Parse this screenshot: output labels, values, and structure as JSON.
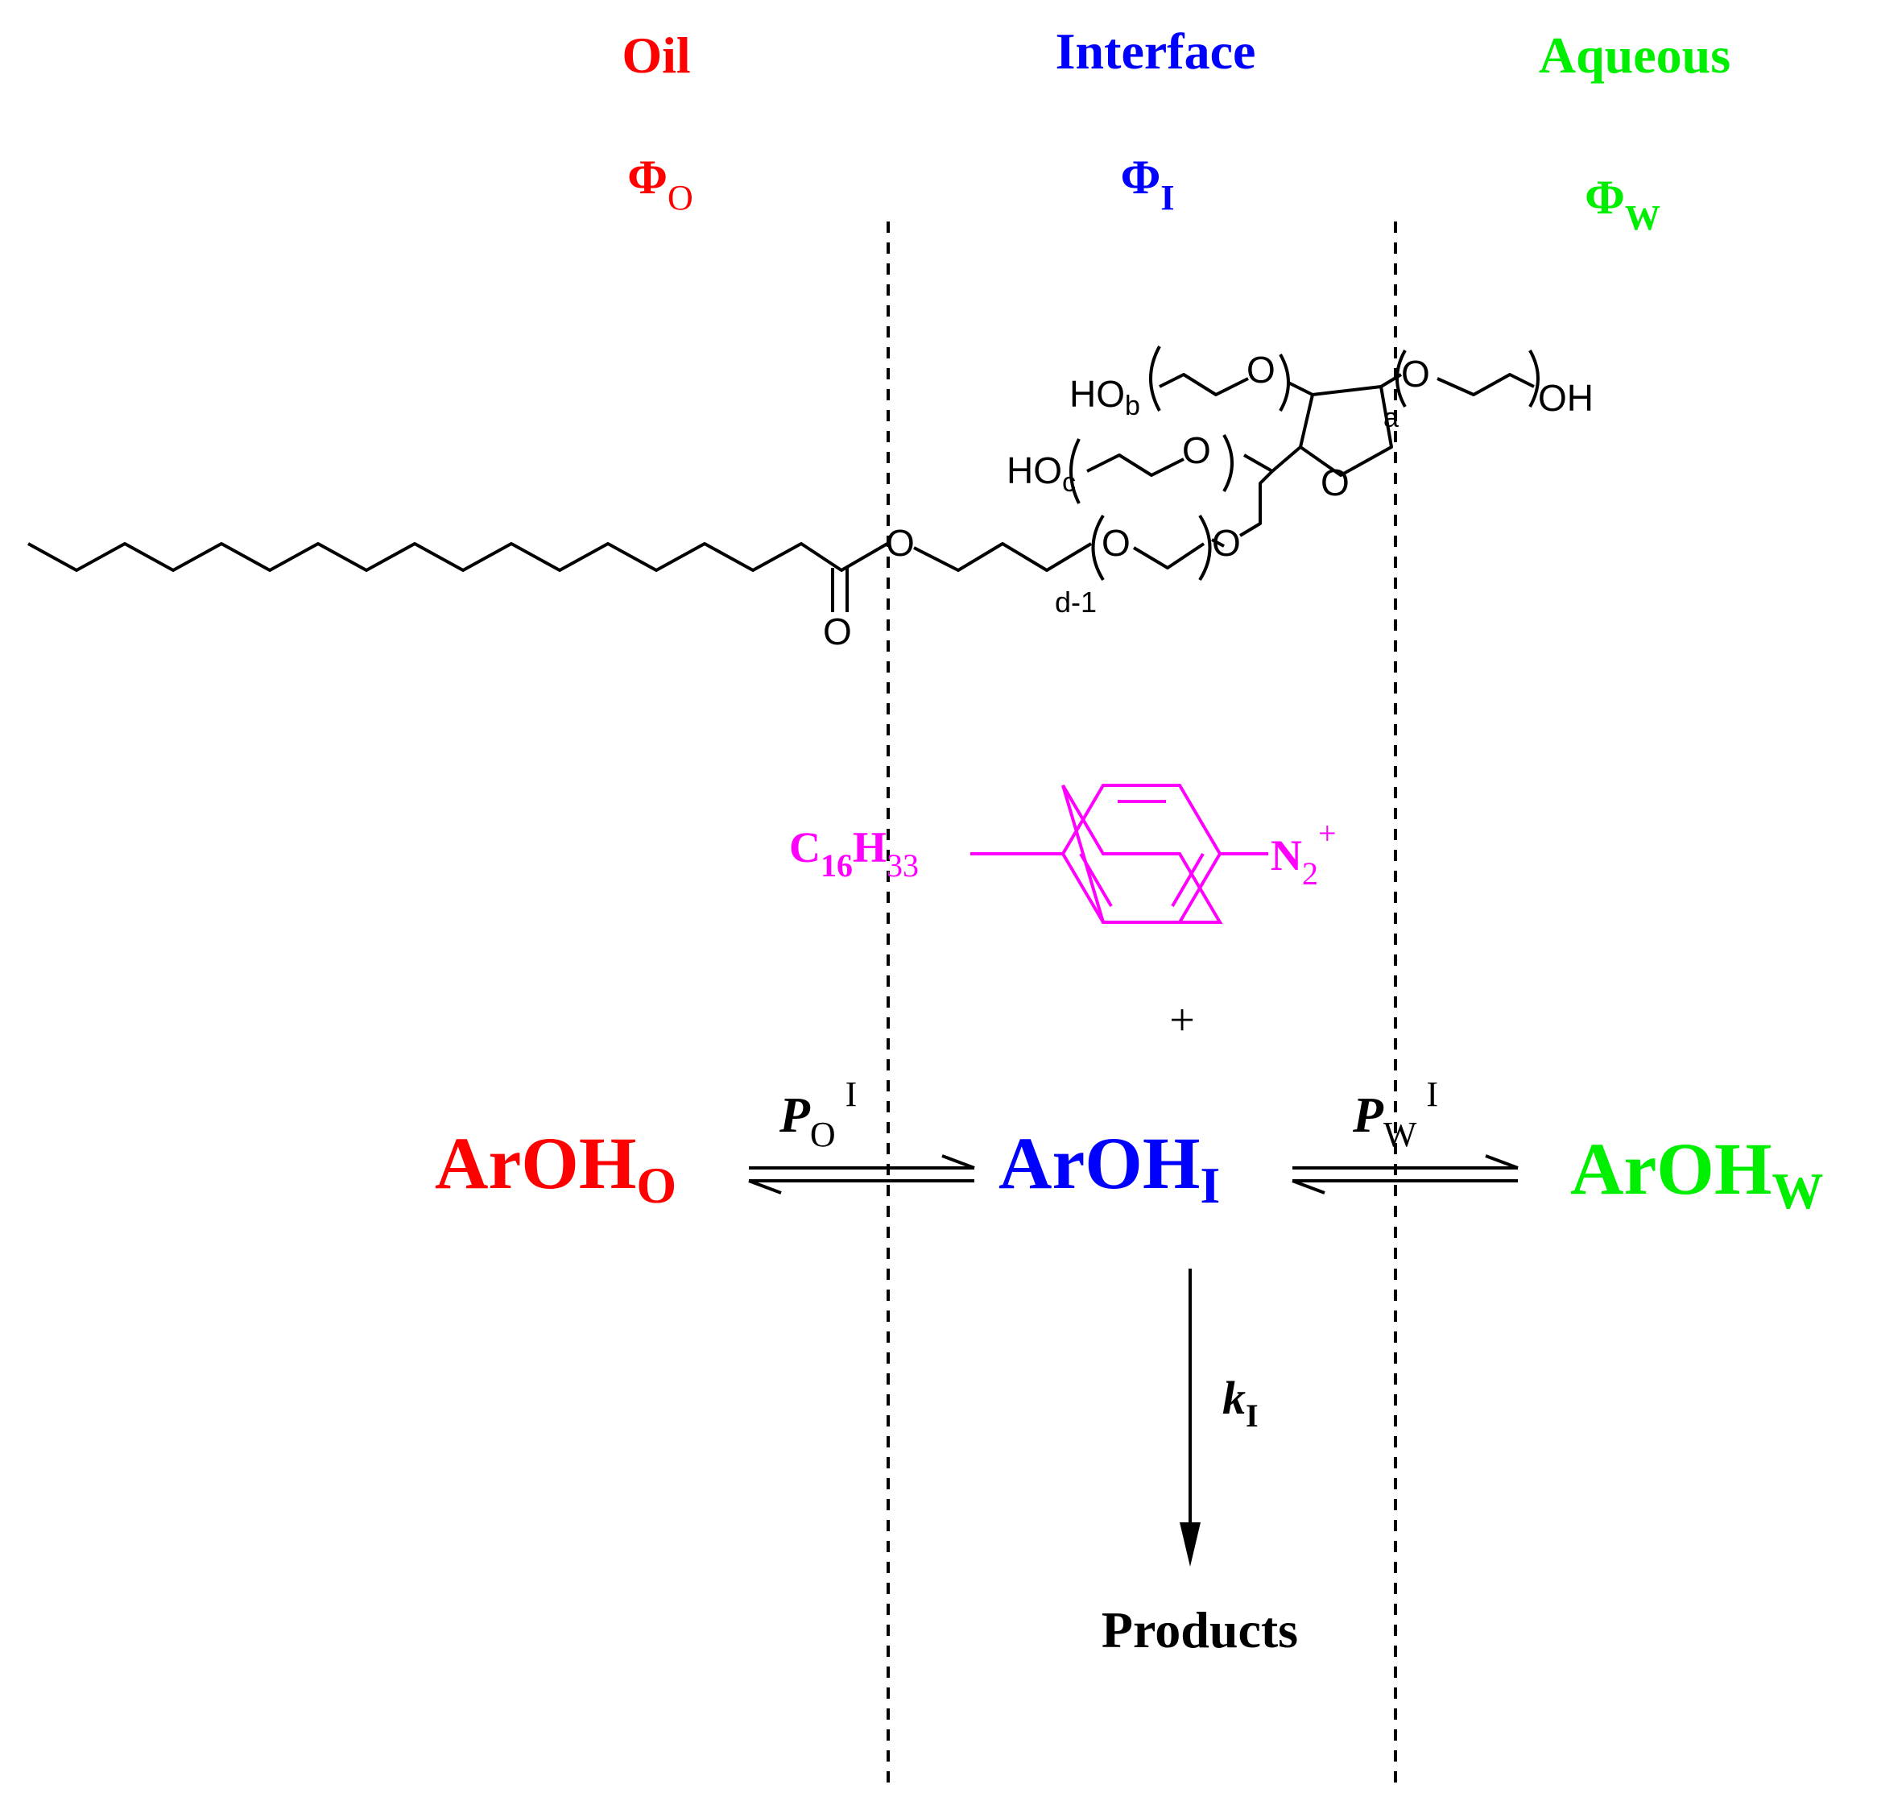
{
  "colors": {
    "oil": "#ff0000",
    "interface": "#0000ff",
    "aqueous": "#00ee00",
    "cation": "#ff00ff",
    "ink": "#000000"
  },
  "phases": {
    "oil": {
      "name": "Oil",
      "symbol": "Φ",
      "sub": "O"
    },
    "interface": {
      "name": "Interface",
      "symbol": "Φ",
      "sub": "I"
    },
    "aqueous": {
      "name": "Aqueous",
      "symbol": "Φ",
      "sub": "W"
    }
  },
  "surfactant": {
    "ho_b": "HO",
    "b": "b",
    "ho_c": "HO",
    "c": "c",
    "oh": "OH",
    "a": "a",
    "d_minus_1": "d-1",
    "o": "O"
  },
  "cation": {
    "c": "C",
    "c_sub": "16",
    "h": "H",
    "h_sub": "33",
    "n": "N",
    "n_sub": "2",
    "charge": "+"
  },
  "plus": "+",
  "equilibria": {
    "arohO": {
      "base": "ArOH",
      "sub": "O"
    },
    "arohI": {
      "base": "ArOH",
      "sub": "I"
    },
    "arohW": {
      "base": "ArOH",
      "sub": "W"
    },
    "PO": {
      "P": "P",
      "sub": "O",
      "sup": "I"
    },
    "PW": {
      "P": "P",
      "sub": "W",
      "sup": "I"
    }
  },
  "rate": {
    "k": "k",
    "sub": "I"
  },
  "products": "Products"
}
